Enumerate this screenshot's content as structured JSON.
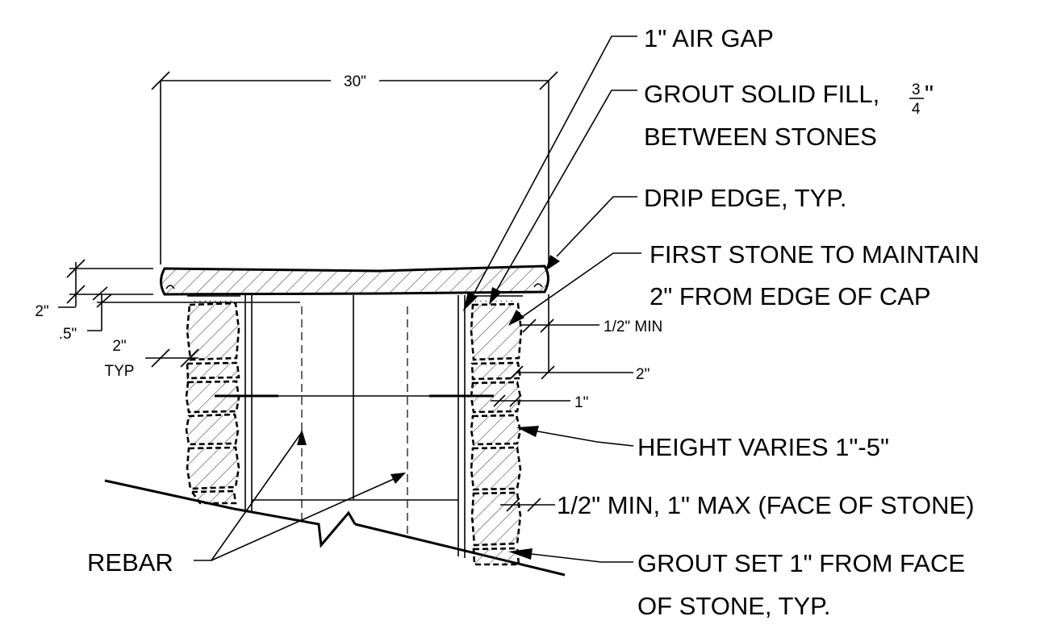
{
  "labels": {
    "air_gap": "1\" AIR GAP",
    "grout_fill_a": "GROUT SOLID FILL,",
    "grout_fill_frac_num": "3",
    "grout_fill_frac_den": "4",
    "grout_fill_inch": "\"",
    "grout_fill_b": "BETWEEN STONES",
    "drip_edge": "DRIP EDGE, TYP.",
    "first_stone_a": "FIRST STONE TO MAINTAIN",
    "first_stone_b": "2\" FROM EDGE OF CAP",
    "height_varies": "HEIGHT VARIES 1\"-5\"",
    "joint_face": "1/2\" MIN, 1\" MAX (FACE OF STONE)",
    "grout_set_a": "GROUT SET 1\" FROM FACE",
    "grout_set_b": "OF STONE, TYP.",
    "rebar": "REBAR"
  },
  "dimensions": {
    "cap_width": "30\"",
    "cap_thickness": "2\"",
    "cap_gap": ".5\"",
    "overhang_a": "2\"",
    "overhang_b": "TYP",
    "half_min": "1/2\" MIN",
    "right_2": "2\"",
    "right_1": "1\""
  }
}
